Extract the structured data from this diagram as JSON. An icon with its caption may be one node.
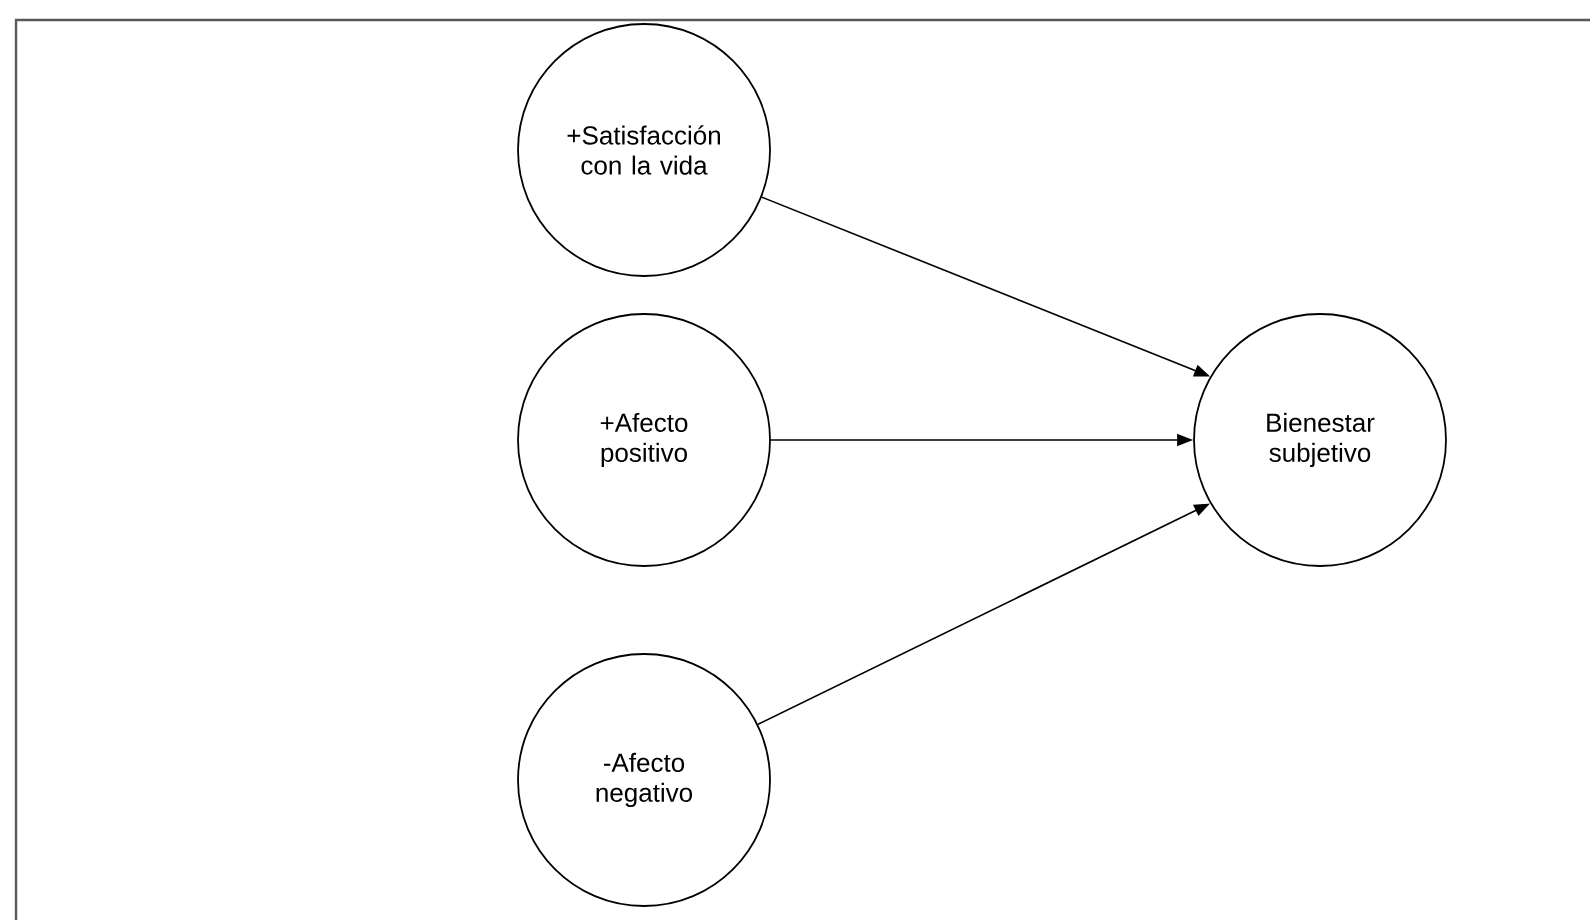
{
  "diagram": {
    "nodes": [
      {
        "text": [
          "+Satisfacción con la vida"
        ]
      },
      {
        "text": [
          "+Afecto positivo"
        ]
      },
      {
        "text": [
          "-Afecto negativo"
        ]
      },
      {
        "text": [
          "Bienestar subjetivo"
        ]
      }
    ],
    "edges": [
      {
        "from": 0,
        "to": 3,
        "arrow": "to"
      },
      {
        "from": 1,
        "to": 3,
        "arrow": "to"
      },
      {
        "from": 2,
        "to": 3,
        "arrow": "to"
      }
    ]
  }
}
